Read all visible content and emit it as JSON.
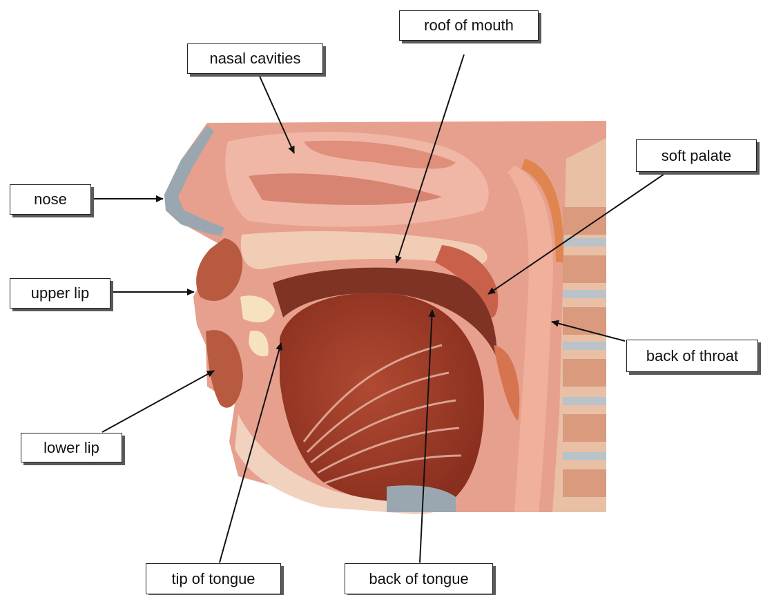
{
  "labels": {
    "roof_of_mouth": "roof of mouth",
    "nasal_cavities": "nasal cavities",
    "soft_palate": "soft palate",
    "nose": "nose",
    "upper_lip": "upper lip",
    "back_of_throat": "back of throat",
    "lower_lip": "lower lip",
    "tip_of_tongue": "tip of tongue",
    "back_of_tongue": "back of tongue"
  }
}
